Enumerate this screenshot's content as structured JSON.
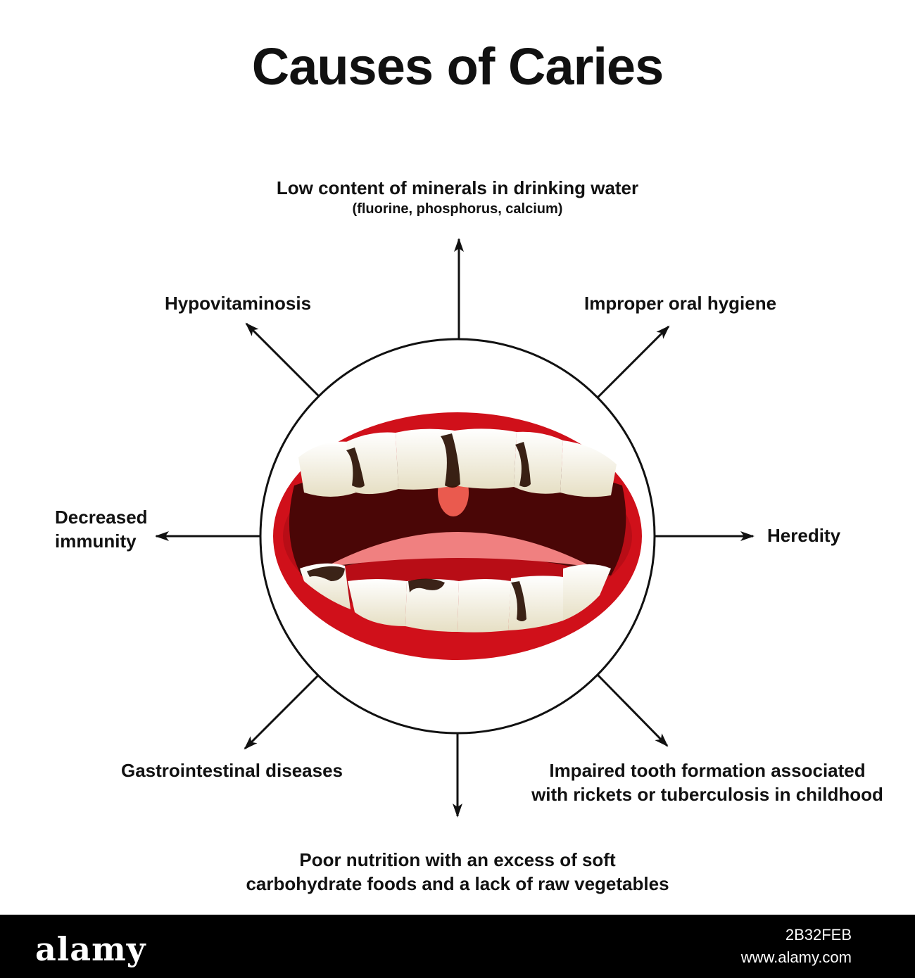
{
  "title": "Causes of Caries",
  "causes": {
    "top": {
      "line1": "Low content of minerals in drinking water",
      "line2": "(fluorine, phosphorus, calcium)"
    },
    "top_left": "Hypovitaminosis",
    "top_right": "Improper oral hygiene",
    "left": {
      "line1": "Decreased",
      "line2": "immunity"
    },
    "right": "Heredity",
    "bottom_left": "Gastrointestinal diseases",
    "bottom_right": {
      "line1": "Impaired tooth formation associated",
      "line2": "with rickets or tuberculosis in childhood"
    },
    "bottom": {
      "line1": "Poor nutrition with an excess of soft",
      "line2": "carbohydrate foods and a lack of raw vegetables"
    }
  },
  "colors": {
    "lips": "#d0101a",
    "mouth": "#4a0606",
    "tongue": "#f08080",
    "teeth": "#f7f4e6",
    "decay": "#2a1004",
    "arrows": "#111111"
  },
  "footer": {
    "logo": "alamy",
    "image_id": "2B32FEB",
    "website": "www.alamy.com"
  }
}
